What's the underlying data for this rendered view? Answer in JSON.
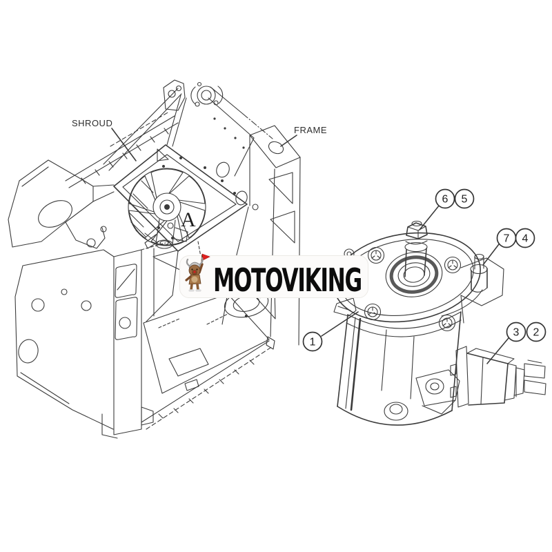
{
  "diagram": {
    "labels": {
      "shroud": "SHROUD",
      "frame": "FRAME",
      "view_letter": "A"
    },
    "callouts": [
      {
        "label": "6"
      },
      {
        "label": "5"
      },
      {
        "label": "7"
      },
      {
        "label": "4"
      },
      {
        "label": "1"
      },
      {
        "label": "3"
      },
      {
        "label": "2"
      }
    ]
  },
  "watermark": {
    "brand": "MOTOVIKING"
  },
  "colors": {
    "background": "#ffffff",
    "line": "#3b3b3b",
    "logo_text": "#0c0c0c",
    "logo_pill": "#fcfbfa",
    "flag_red": "#e02120",
    "mascot_brown": "#9a6b42",
    "helmet_gray": "#c6c6c6"
  }
}
